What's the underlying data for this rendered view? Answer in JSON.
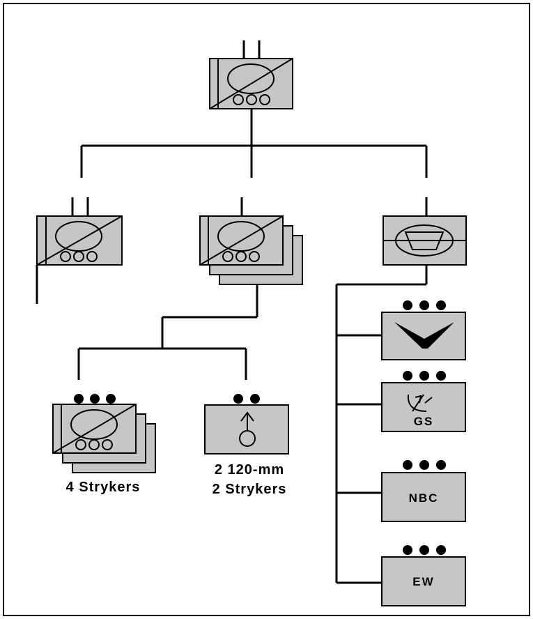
{
  "units": {
    "infantry_platoon_label_line1": "",
    "mortar_section": {
      "label_line1": "2 120-mm",
      "label_line2": "2 Strykers"
    },
    "infantry_squads": {
      "label": "4 Strykers"
    },
    "nbc_team": {
      "label": "NBC"
    },
    "ew_team": {
      "label": "EW"
    },
    "ground_surveillance": {
      "label": "GS"
    }
  },
  "colors": {
    "unit_fill": "#c6c6c6",
    "line": "#000000",
    "background": "#ffffff"
  }
}
